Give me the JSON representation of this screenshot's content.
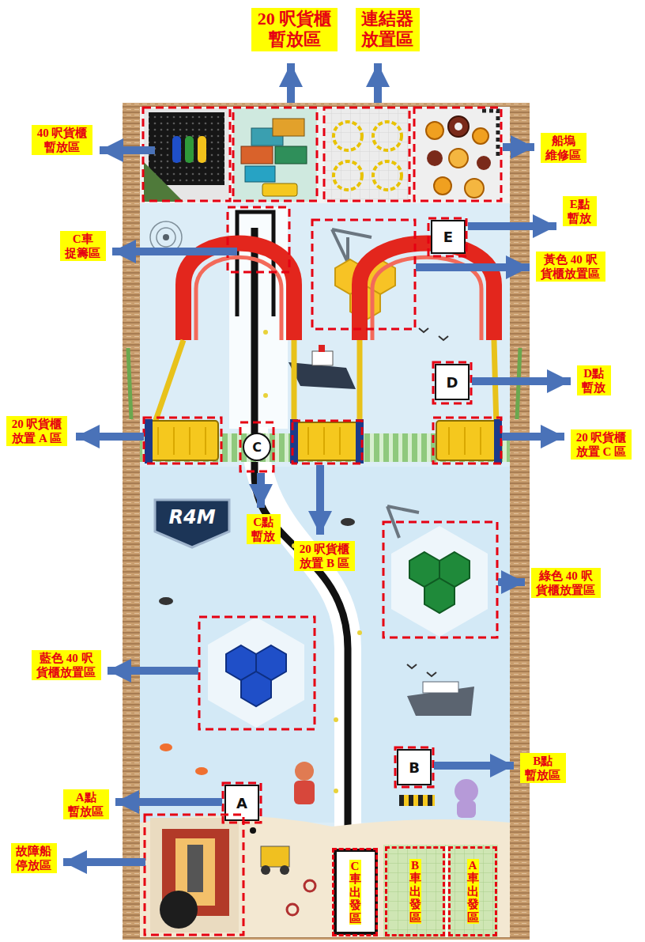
{
  "diagram": {
    "nodes": [
      {
        "text": [
          "20 呎貨櫃 暫放區"
        ]
      },
      {
        "text": [
          "連結器 放置區"
        ]
      },
      {
        "text": [
          "40 呎貨櫃 暫放區"
        ]
      },
      {
        "text": [
          "船塢 維修區"
        ]
      },
      {
        "text": [
          "E點 暫放"
        ]
      },
      {
        "text": [
          "C車 捉籌區"
        ]
      },
      {
        "text": [
          "黃色 40 呎 貨櫃放置區"
        ]
      },
      {
        "text": [
          "D點 暫放"
        ]
      },
      {
        "text": [
          "20 呎貨櫃 放置 A 區"
        ]
      },
      {
        "text": [
          "20 呎貨櫃 放置 C 區"
        ]
      },
      {
        "text": [
          "C點 暫放"
        ]
      },
      {
        "text": [
          "20 呎貨櫃 放置 B 區"
        ]
      },
      {
        "text": [
          "綠色 40 呎 貨櫃放置區"
        ]
      },
      {
        "text": [
          "藍色 40 呎 貨櫃放置區"
        ]
      },
      {
        "text": [
          "B點 暫放區"
        ]
      },
      {
        "text": [
          "A點 暫放區"
        ]
      },
      {
        "text": [
          "故障船 停放區"
        ]
      },
      {
        "text": [
          "C車出發區"
        ]
      },
      {
        "text": [
          "B車出發區"
        ]
      },
      {
        "text": [
          "A車出發區"
        ]
      }
    ],
    "labels": [
      "E",
      "D",
      "C",
      "R4M",
      "B",
      "A"
    ]
  }
}
